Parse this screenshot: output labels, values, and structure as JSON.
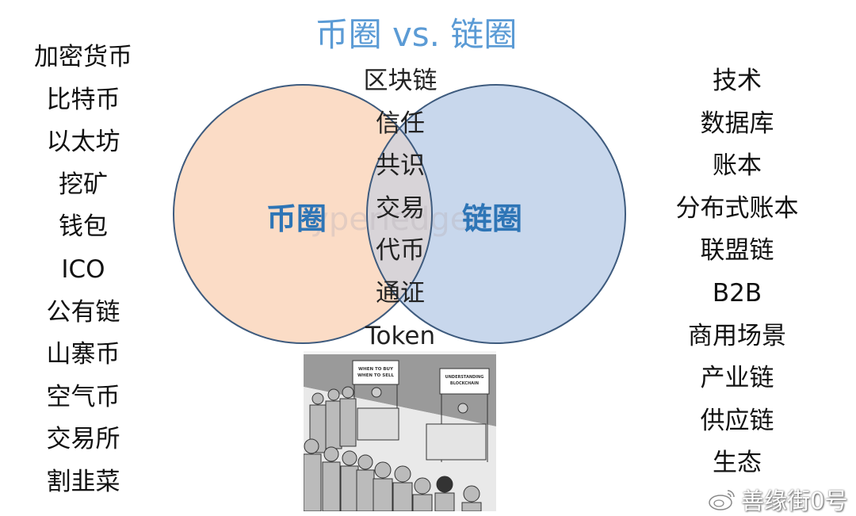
{
  "title": "币圈 vs. 链圈",
  "left_list": [
    "加密货币",
    "比特币",
    "以太坊",
    "挖矿",
    "钱包",
    "ICO",
    "公有链",
    "山寨币",
    "空气币",
    "交易所",
    "割韭菜"
  ],
  "center_list": [
    "区块链",
    "信任",
    "共识",
    "交易",
    "代币",
    "通证",
    "Token"
  ],
  "right_list": [
    "技术",
    "数据库",
    "账本",
    "分布式账本",
    "联盟链",
    "B2B",
    "商用场景",
    "产业链",
    "供应链",
    "生态"
  ],
  "venn": {
    "left_label": "币圈",
    "right_label": "链圈",
    "left_color": "#fbdcc6",
    "right_color": "#c8d7ec",
    "label_color": "#2e75b6"
  },
  "cartoon": {
    "sign_left": [
      "WHEN TO BUY",
      "WHEN TO SELL"
    ],
    "sign_right": [
      "UNDERSTANDING",
      "BLOCKCHAIN"
    ]
  },
  "watermark": "善缘街0号"
}
